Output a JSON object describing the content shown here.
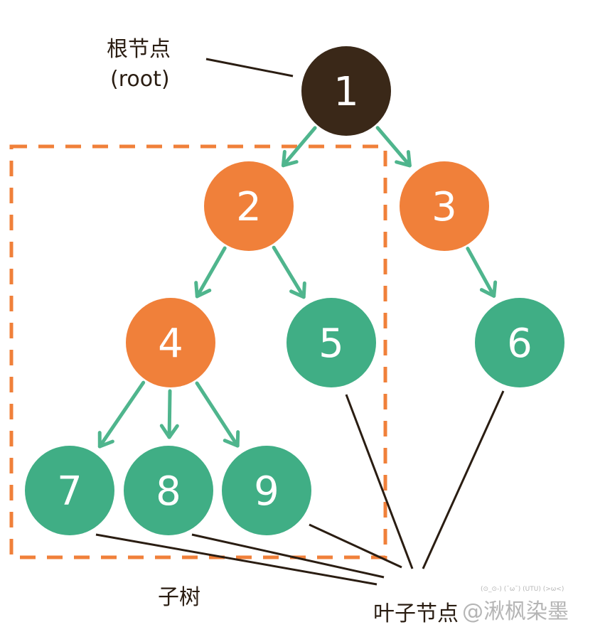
{
  "labels": {
    "root_cn": "根节点",
    "root_en": "(root)",
    "subtree": "子树",
    "leaf": "叶子节点"
  },
  "nodes": [
    {
      "id": "1",
      "type": "root"
    },
    {
      "id": "2",
      "type": "internal"
    },
    {
      "id": "3",
      "type": "internal"
    },
    {
      "id": "4",
      "type": "internal"
    },
    {
      "id": "5",
      "type": "leaf"
    },
    {
      "id": "6",
      "type": "leaf"
    },
    {
      "id": "7",
      "type": "leaf"
    },
    {
      "id": "8",
      "type": "leaf"
    },
    {
      "id": "9",
      "type": "leaf"
    }
  ],
  "edges": [
    [
      "1",
      "2"
    ],
    [
      "1",
      "3"
    ],
    [
      "2",
      "4"
    ],
    [
      "2",
      "5"
    ],
    [
      "3",
      "6"
    ],
    [
      "4",
      "7"
    ],
    [
      "4",
      "8"
    ],
    [
      "4",
      "9"
    ]
  ],
  "colors": {
    "root": "#3a2818",
    "internal": "#f0803a",
    "leaf": "#40ae85",
    "arrow": "#4fb58d",
    "dash": "#f0803a",
    "line": "#2a1d12"
  },
  "watermark": {
    "emoticons": "(⊙_⊙-) (˘ω˘) (UTU) (>ω<)",
    "text": "@湫枫染墨"
  }
}
